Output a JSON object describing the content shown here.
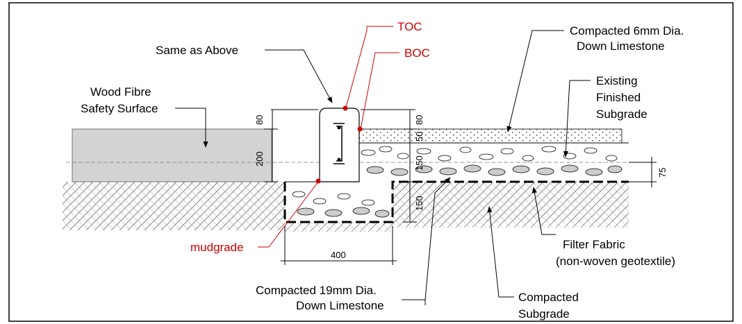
{
  "labels": {
    "toc": "TOC",
    "boc": "BOC",
    "same_as_above": "Same as Above",
    "limestone_6mm_line1": "Compacted 6mm Dia.",
    "limestone_6mm_line2": "Down Limestone",
    "wood_fibre_line1": "Wood Fibre",
    "wood_fibre_line2": "Safety Surface",
    "existing_line1": "Existing",
    "existing_line2": "Finished",
    "existing_line3": "Subgrade",
    "mudgrade": "mudgrade",
    "filter_fabric_line1": "Filter Fabric",
    "filter_fabric_line2": "(non-woven geotextile)",
    "limestone_19mm_line1": "Compacted 19mm Dia.",
    "limestone_19mm_line2": "Down Limestone",
    "compacted_line1": "Compacted",
    "compacted_line2": "Subgrade"
  },
  "dimensions": {
    "curb_top": "80",
    "curb_height": "200",
    "right_top": "80",
    "surface_layer": "50",
    "base_layer": "150",
    "lower_layer": "150",
    "drop": "75",
    "width": "400"
  },
  "colors": {
    "label": "#000000",
    "callout": "#cc0000",
    "surface_fill": "#d3d3d3",
    "hatch": "#888888"
  }
}
